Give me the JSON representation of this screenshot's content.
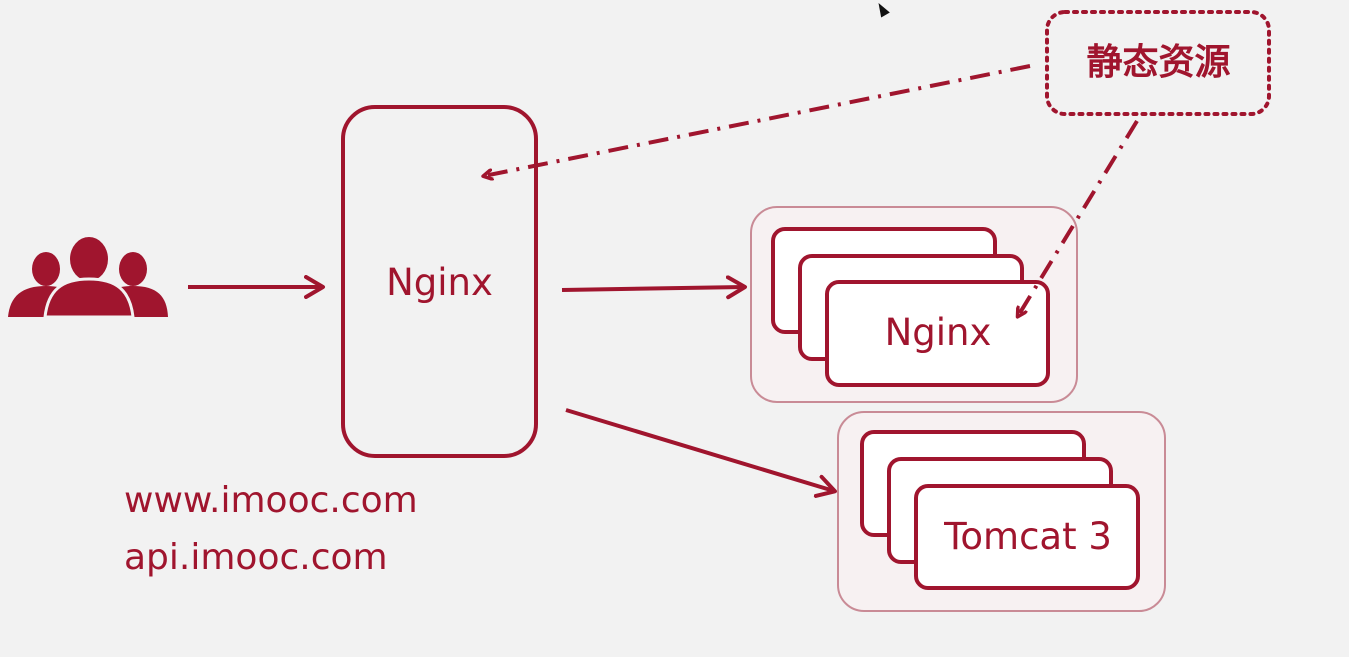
{
  "colors": {
    "accent": "#a0152e",
    "background": "#f2f2f2",
    "card_fill": "#ffffff",
    "group_fill": "#f7f1f2",
    "group_border": "#c98b96"
  },
  "users_icon": "users-group-icon",
  "main_proxy": {
    "label": "Nginx"
  },
  "domains": [
    "www.imooc.com",
    "api.imooc.com"
  ],
  "static_resources": {
    "label": "静态资源"
  },
  "nginx_cluster": {
    "label": "Nginx"
  },
  "tomcat_cluster": {
    "label": "Tomcat 3"
  }
}
